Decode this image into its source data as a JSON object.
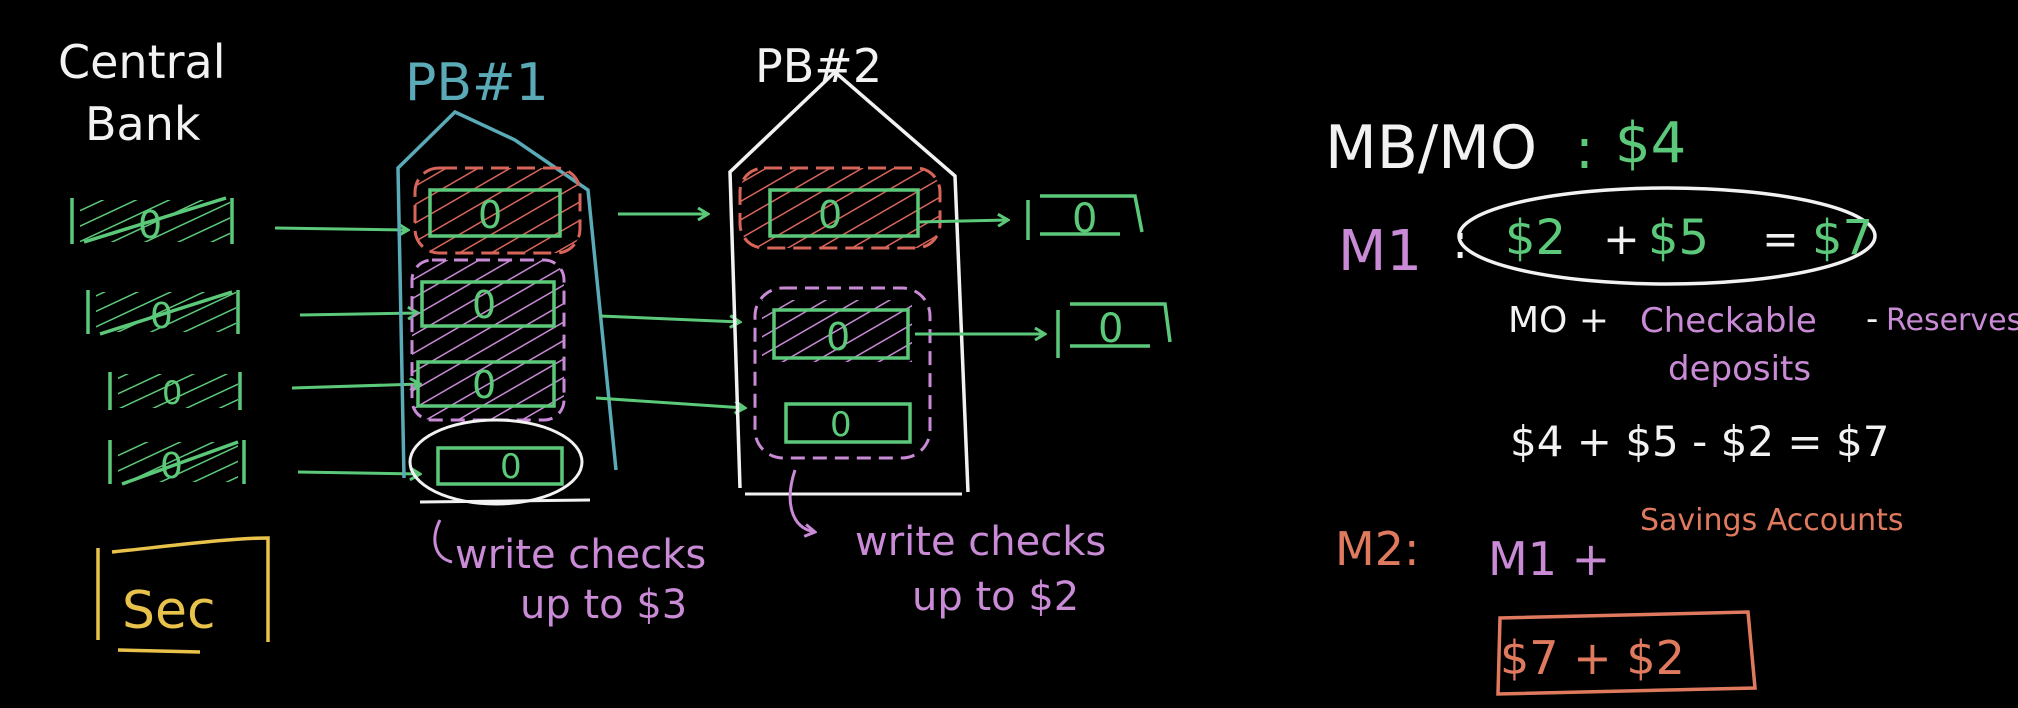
{
  "colors": {
    "white": "#f2f2f2",
    "green": "#5cc97a",
    "blue": "#5aaab8",
    "pink": "#c98ad6",
    "orange": "#e07a5f",
    "yellow": "#e8c24a",
    "red_hatch": "#d8655a"
  },
  "central_bank": {
    "line1": "Central",
    "line2": "Bank",
    "sec": "Sec"
  },
  "pb1": {
    "label": "PB#1",
    "note_line1": "write checks",
    "note_line2": "up to $3"
  },
  "pb2": {
    "label": "PB#2",
    "note_line1": "write checks",
    "note_line2": "up to $2"
  },
  "bill_digit": "0",
  "right": {
    "mb_label": "MB/MO",
    "mb_colon": ":",
    "mb_value": "$4",
    "m1_label": "M1",
    "m1_colon": ":",
    "m1_a": "$2",
    "m1_plus": "+",
    "m1_b": "$5",
    "m1_eq": "=",
    "m1_total": "$7",
    "formula_mo": "MO +",
    "formula_checkable": "Checkable",
    "formula_minus": "-",
    "formula_reserves": "Reserves",
    "formula_deposits": "deposits",
    "calc": "$4 + $5 - $2 = $7",
    "m2_label": "M2:",
    "m2_m1": "M1 +",
    "m2_savings": "Savings Accounts",
    "m2_sum": "$7 + $2"
  }
}
